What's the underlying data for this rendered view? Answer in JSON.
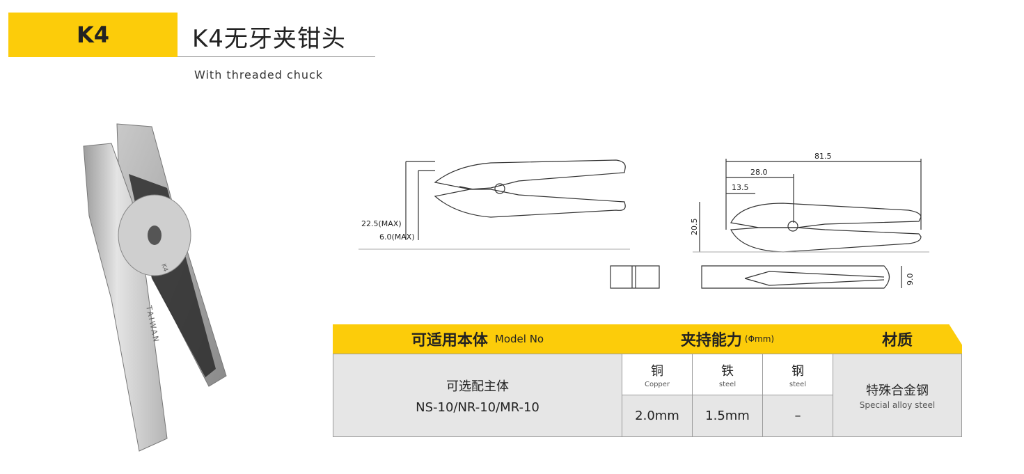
{
  "header": {
    "tag": "K4",
    "title": "K4无牙夹钳头",
    "subtitle": "With threaded chuck"
  },
  "photo": {
    "engraving": "TAIWAN",
    "model_mark": "K4"
  },
  "drawing": {
    "dims": {
      "total_length": "81.5",
      "length_28": "28.0",
      "length_13": "13.5",
      "height": "20.5",
      "max_open": "22.5(MAX)",
      "max_cut": "6.0(MAX)",
      "thickness": "9.0"
    }
  },
  "table": {
    "col1_header_cn": "可适用本体",
    "col1_header_en": "Model No",
    "col2_header_cn": "夹持能力",
    "col2_header_unit": "(Φmm)",
    "col3_header_cn": "材质",
    "model_cn": "可选配主体",
    "model_list": "NS-10/NR-10/MR-10",
    "capacity": [
      {
        "cn": "铜",
        "en": "Copper",
        "value": "2.0mm"
      },
      {
        "cn": "铁",
        "en": "steel",
        "value": "1.5mm"
      },
      {
        "cn": "钢",
        "en": "steel",
        "value": "–"
      }
    ],
    "material_cn": "特殊合金钢",
    "material_en": "Special alloy steel"
  },
  "colors": {
    "accent_yellow": "#fccc0a",
    "cell_grey": "#e6e6e6"
  }
}
